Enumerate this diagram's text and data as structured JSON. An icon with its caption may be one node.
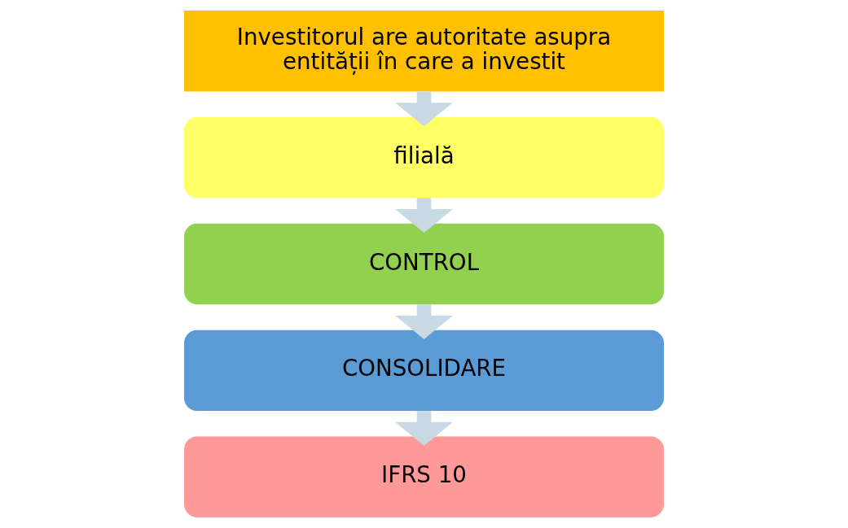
{
  "diagram": {
    "nodes": [
      {
        "text": [
          "Investitorul are autoritate asupra entității în care a investit"
        ]
      },
      {
        "text": [
          "filială"
        ]
      },
      {
        "text": [
          "CONTROL"
        ]
      },
      {
        "text": [
          "CONSOLIDARE"
        ]
      },
      {
        "text": [
          "IFRS 10"
        ]
      }
    ],
    "edges": [
      {
        "from": 0,
        "to": 1,
        "arrow": "to"
      },
      {
        "from": 1,
        "to": 2,
        "arrow": "to"
      },
      {
        "from": 2,
        "to": 3,
        "arrow": "to"
      },
      {
        "from": 3,
        "to": 4,
        "arrow": "to"
      }
    ]
  }
}
